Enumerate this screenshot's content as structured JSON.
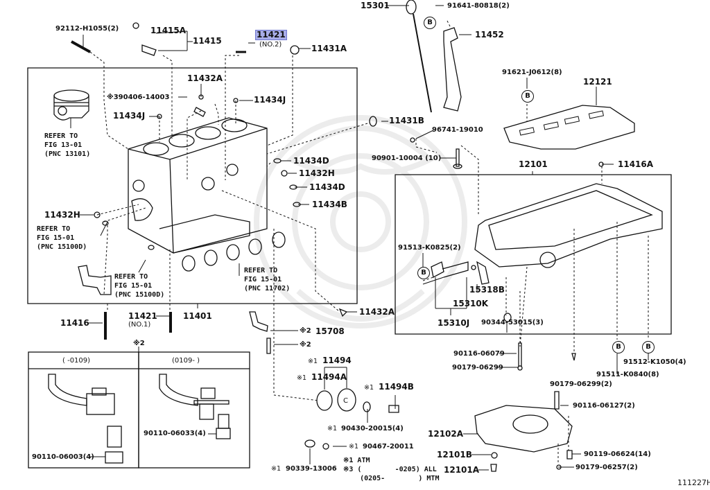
{
  "figure_id": "111227H",
  "highlighted_part": "11421",
  "watermark_icon": "dragon-emblem",
  "colors": {
    "highlight_fill": "#a9aee8",
    "highlight_border": "#6f77d0",
    "line": "#111111"
  },
  "parts": {
    "p92112": "92112-H1055(2)",
    "p11415A": "11415A",
    "p11415": "11415",
    "p11421_no2": "11421",
    "p11421_no2_sub": "(NO.2)",
    "p11431A": "11431A",
    "p11432A_top": "11432A",
    "p390406": "※390406-14003",
    "p11434J_left": "11434J",
    "p11434J_right": "11434J",
    "p11431B": "11431B",
    "p96741": "96741-19010",
    "p90901": "90901-10004 (10)",
    "p11434D_1": "11434D",
    "p11432H_right": "11432H",
    "p11434D_2": "11434D",
    "p11434B": "11434B",
    "p11432H_left": "11432H",
    "p11432A_bottom": "11432A",
    "p11416": "11416",
    "p11421_no1": "11421",
    "p11421_no1_sub": "(NO.1)",
    "p11401": "11401",
    "p15708": "15708",
    "p15708_mark": "※2",
    "bolt_mark": "※2",
    "p11494": "11494",
    "p11494_mark": "※1",
    "p11494A": "11494A",
    "p11494A_mark": "※1",
    "p11494B": "11494B",
    "p11494B_mark": "※1",
    "p90430": "90430-20015(4)",
    "p90430_mark": "※1",
    "p90467": "90467-20011",
    "p90467_mark": "※1",
    "p90339": "90339-13006",
    "p90339_mark": "※1",
    "p15301": "15301",
    "p91641": "91641-80818(2)",
    "p11452": "11452",
    "p91621": "91621-J0612(8)",
    "p12121": "12121",
    "p12101": "12101",
    "p11416A": "11416A",
    "p91513": "91513-K0825(2)",
    "p15318B": "15318B",
    "p15310K": "15310K",
    "p15310J": "15310J",
    "p90344": "90344-53015(3)",
    "p90116_06079": "90116-06079",
    "p90179_06299": "90179-06299",
    "p90179_06299_2": "90179-06299(2)",
    "p91511": "91511-K0840(8)",
    "p91512": "91512-K1050(4)",
    "p90116_06127": "90116-06127(2)",
    "p12102A": "12102A",
    "p12101B": "12101B",
    "p12101A": "12101A",
    "p90119": "90119-06624(14)",
    "p90179_06257": "90179-06257(2)",
    "p90110_06003": "90110-06003(4)",
    "p90110_06033": "90110-06033(4)",
    "box_mark": "※2"
  },
  "callouts": {
    "b": "B"
  },
  "references": [
    {
      "line1": "REFER TO",
      "line2": "FIG 13-01",
      "line3": "(PNC 13101)"
    },
    {
      "line1": "REFER TO",
      "line2": "FIG 15-01",
      "line3": "(PNC 15100D)"
    },
    {
      "line1": "REFER TO",
      "line2": "FIG 15-01",
      "line3": "(PNC 15100D)"
    },
    {
      "line1": "REFER TO",
      "line2": "FIG 15-01",
      "line3": "(PNC 11702)"
    }
  ],
  "date_boxes": {
    "left_header": "(        -0109)",
    "right_header": "(0109-        )"
  },
  "notes": [
    "※1 ATM",
    "※3 (        -0205) ALL",
    "    (0205-        ) MTM"
  ]
}
